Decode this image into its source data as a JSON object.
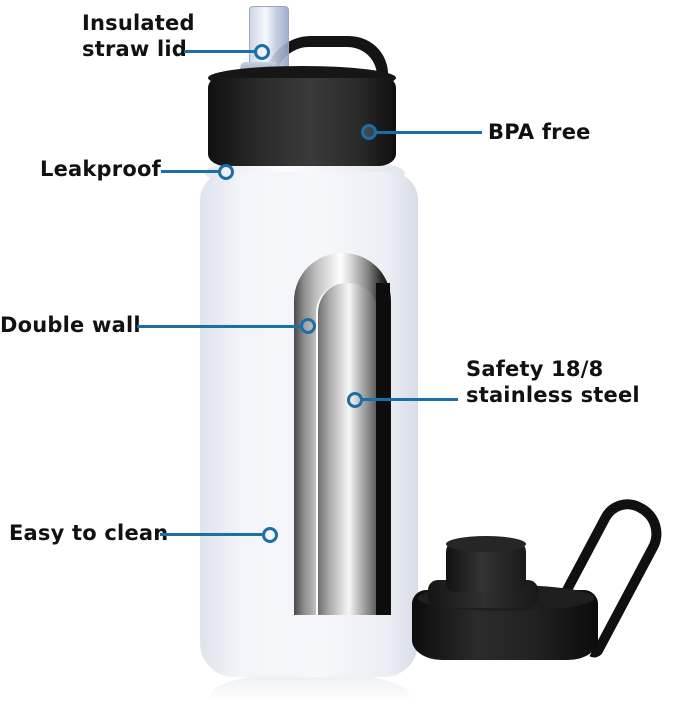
{
  "image": {
    "subject": "insulated water bottle with straw lid and spare lid",
    "background_color": "#ffffff",
    "accent_color": "#1a6fa6",
    "text_color": "#111111"
  },
  "callouts": [
    {
      "id": "straw-lid",
      "lines": [
        "Insulated",
        "straw lid"
      ]
    },
    {
      "id": "bpa-free",
      "lines": [
        "BPA free"
      ]
    },
    {
      "id": "leakproof",
      "lines": [
        "Leakproof"
      ]
    },
    {
      "id": "double-wall",
      "lines": [
        "Double wall"
      ]
    },
    {
      "id": "stainless",
      "lines": [
        "Safety 18/8",
        "stainless steel"
      ]
    },
    {
      "id": "easy-clean",
      "lines": [
        "Easy to clean"
      ]
    }
  ]
}
